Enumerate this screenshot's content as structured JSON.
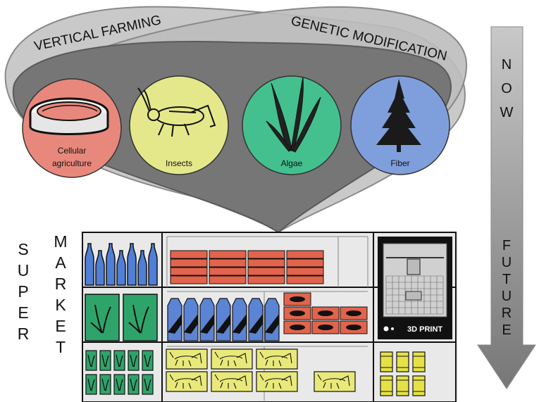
{
  "venn": {
    "left_label": "VERTICAL FARMING",
    "right_label": "GENETIC MODIFICATION"
  },
  "circles": [
    {
      "id": "cellular-agriculture",
      "label_line1": "Cellular",
      "label_line2": "agriculture",
      "color": "#e8887c",
      "icon": "petri-dish-meat-icon"
    },
    {
      "id": "insects",
      "label_line1": "Insects",
      "label_line2": "",
      "color": "#e5e88a",
      "icon": "cricket-icon"
    },
    {
      "id": "algae",
      "label_line1": "Algae",
      "label_line2": "",
      "color": "#44c08e",
      "icon": "algae-icon"
    },
    {
      "id": "fiber",
      "label_line1": "Fiber",
      "label_line2": "",
      "color": "#7f9fdc",
      "icon": "tree-icon"
    }
  ],
  "timeline": {
    "top_label": "NOW",
    "bottom_label": "FUTURE",
    "arrow_colors": [
      "#c8c8c8",
      "#777777"
    ]
  },
  "supermarket": {
    "word1": "SUPER",
    "word2": "MARKET",
    "printer_label": "3D PRINT",
    "colors": {
      "bottles": "#4f7fd6",
      "algae_boxes": "#2fa46a",
      "bricks": "#e2644c",
      "cartons": "#5b84d4",
      "cricket_boxes": "#e9e97a",
      "cans_green": "#2fa46a",
      "cans_yellow": "#e6e246",
      "shelf_bg": "#e9e9e9",
      "printer": "#111111"
    }
  }
}
